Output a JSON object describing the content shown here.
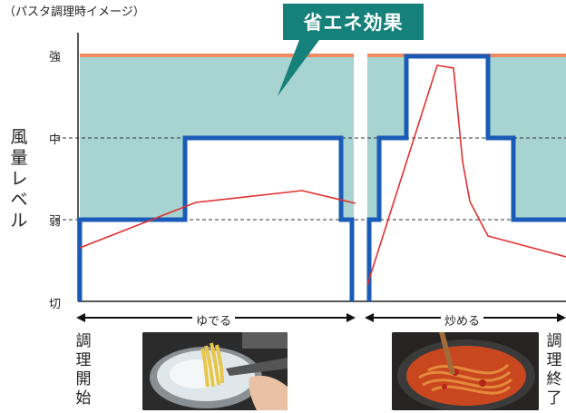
{
  "caption": "（パスタ調理時イメージ）",
  "badge": "省エネ効果",
  "y_axis": {
    "label_chars": [
      "風",
      "量",
      "レ",
      "ベ",
      "ル"
    ],
    "ticks": [
      "強",
      "中",
      "弱",
      "切"
    ]
  },
  "phases": {
    "boil": "ゆでる",
    "stirfry": "炒める"
  },
  "start_chars": [
    "調",
    "理",
    "開",
    "始"
  ],
  "end_chars": [
    "調",
    "理",
    "終",
    "了"
  ],
  "colors": {
    "fill": "#a7d3d0",
    "max_line": "#ef8a62",
    "step_line": "#1a5bb8",
    "curve": "#e23030",
    "badge": "#16807a"
  },
  "photos": {
    "left": "pasta-in-boiling-pot",
    "right": "pasta-in-tomato-sauce-pan"
  }
}
